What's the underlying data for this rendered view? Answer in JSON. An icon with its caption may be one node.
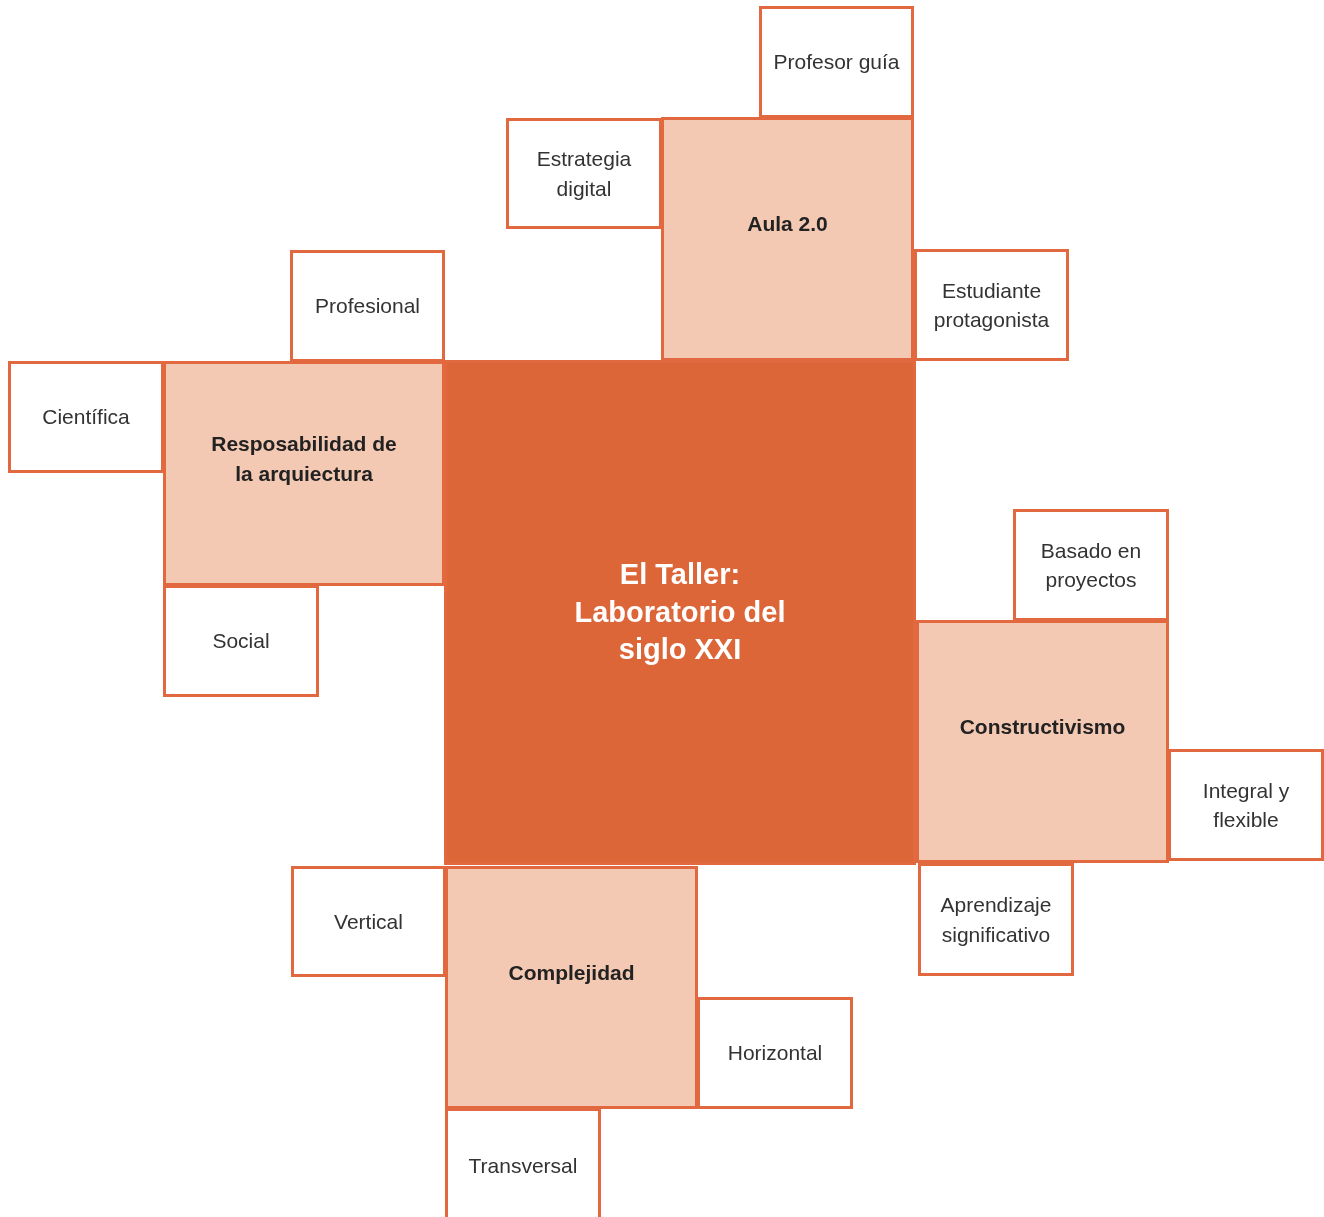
{
  "diagram": {
    "nodes": [
      {
        "text": [
          "El Taller: Laboratorio del siglo XXI"
        ]
      },
      {
        "text": [
          "Profesor guía"
        ]
      },
      {
        "text": [
          "Estrategia digital"
        ]
      },
      {
        "text": [
          "Aula 2.0"
        ]
      },
      {
        "text": [
          "Estudiante protagonista"
        ]
      },
      {
        "text": [
          "Profesional"
        ]
      },
      {
        "text": [
          "Científica"
        ]
      },
      {
        "text": [
          "Resposabilidad de la arquiectura"
        ]
      },
      {
        "text": [
          "Social"
        ]
      },
      {
        "text": [
          "Basado en proyectos"
        ]
      },
      {
        "text": [
          "Constructivismo"
        ]
      },
      {
        "text": [
          "Integral y flexible"
        ]
      },
      {
        "text": [
          "Aprendizaje significativo"
        ]
      },
      {
        "text": [
          "Vertical"
        ]
      },
      {
        "text": [
          "Complejidad"
        ]
      },
      {
        "text": [
          "Horizontal"
        ]
      },
      {
        "text": [
          "Transversal"
        ]
      }
    ]
  }
}
